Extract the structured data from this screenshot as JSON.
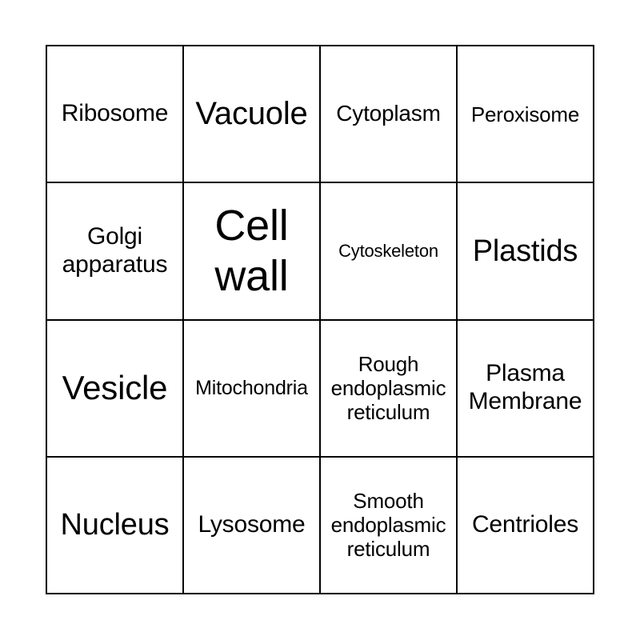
{
  "card": {
    "type": "bingo-card",
    "rows": 4,
    "columns": 4,
    "theme": "Cell organelles",
    "colors": {
      "border": "#000000",
      "background": "#ffffff",
      "text": "#000000"
    },
    "cells": [
      {
        "id": "cell-r1c1",
        "text": "Ribosome",
        "font_size": 30,
        "lines": 1
      },
      {
        "id": "cell-r1c2",
        "text": "Vacuole",
        "font_size": 40,
        "lines": 1
      },
      {
        "id": "cell-r1c3",
        "text": "Cytoplasm",
        "font_size": 28,
        "lines": 1
      },
      {
        "id": "cell-r1c4",
        "text": "Peroxisome",
        "font_size": 26,
        "lines": 1
      },
      {
        "id": "cell-r2c1",
        "text": "Golgi\napparatus",
        "font_size": 30,
        "lines": 2
      },
      {
        "id": "cell-r2c2",
        "text": "Cell\nwall",
        "font_size": 54,
        "lines": 2
      },
      {
        "id": "cell-r2c3",
        "text": "Cytoskeleton",
        "font_size": 22,
        "lines": 1
      },
      {
        "id": "cell-r2c4",
        "text": "Plastids",
        "font_size": 38,
        "lines": 1
      },
      {
        "id": "cell-r3c1",
        "text": "Vesicle",
        "font_size": 42,
        "lines": 1
      },
      {
        "id": "cell-r3c2",
        "text": "Mitochondria",
        "font_size": 25,
        "lines": 1
      },
      {
        "id": "cell-r3c3",
        "text": "Rough\nendoplasmic\nreticulum",
        "font_size": 26,
        "lines": 3
      },
      {
        "id": "cell-r3c4",
        "text": "Plasma\nMembrane",
        "font_size": 30,
        "lines": 2
      },
      {
        "id": "cell-r4c1",
        "text": "Nucleus",
        "font_size": 38,
        "lines": 1
      },
      {
        "id": "cell-r4c2",
        "text": "Lysosome",
        "font_size": 30,
        "lines": 1
      },
      {
        "id": "cell-r4c3",
        "text": "Smooth\nendoplasmic\nreticulum",
        "font_size": 26,
        "lines": 3
      },
      {
        "id": "cell-r4c4",
        "text": "Centrioles",
        "font_size": 30,
        "lines": 1
      }
    ]
  }
}
